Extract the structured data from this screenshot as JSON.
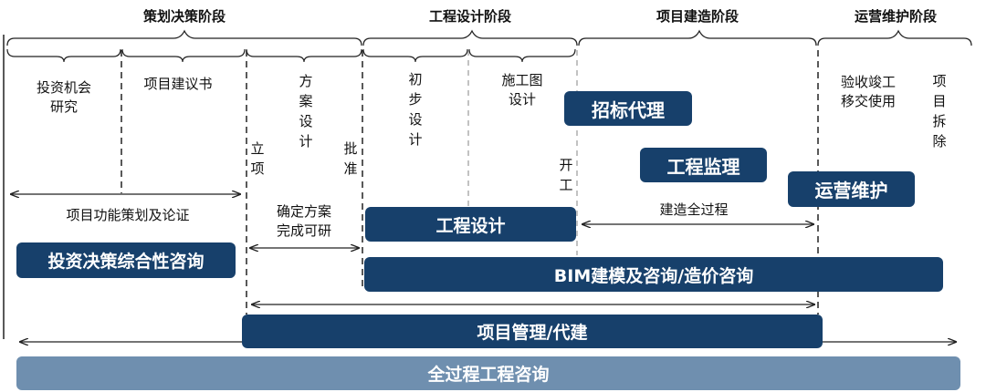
{
  "stages": [
    {
      "name": "策划决策阶段"
    },
    {
      "name": "工程设计阶段"
    },
    {
      "name": "项目建造阶段"
    },
    {
      "name": "运营维护阶段"
    }
  ],
  "steps": {
    "invest_opportunity": "投资机会\n研究",
    "proposal": "项目建议书",
    "scheme_design": "方\n案\n设\n计",
    "initiation": "立\n项",
    "approval": "批\n准",
    "preliminary_design": "初\n步\n设\n计",
    "construction_drawing": "施工图\n设计",
    "start_work": "开\n工",
    "acceptance": "验收竣工\n移交使用",
    "demolition": "项\n目\n拆\n除"
  },
  "labels": {
    "function_planning": "项目功能策划及论证",
    "confirm_scheme": "确定方案\n完成可研",
    "whole_construction": "建造全过程"
  },
  "services": {
    "investment_consulting": "投资决策综合性咨询",
    "engineering_design": "工程设计",
    "bim_cost": "BIM建模及咨询/造价咨询",
    "project_management": "项目管理/代建",
    "whole_process": "全过程工程咨询",
    "bidding_agency": "招标代理",
    "supervision": "工程监理",
    "operation": "运营维护"
  },
  "colors": {
    "navy": "#17406b",
    "steel_blue": "#6f8faf",
    "line": "#222222"
  }
}
